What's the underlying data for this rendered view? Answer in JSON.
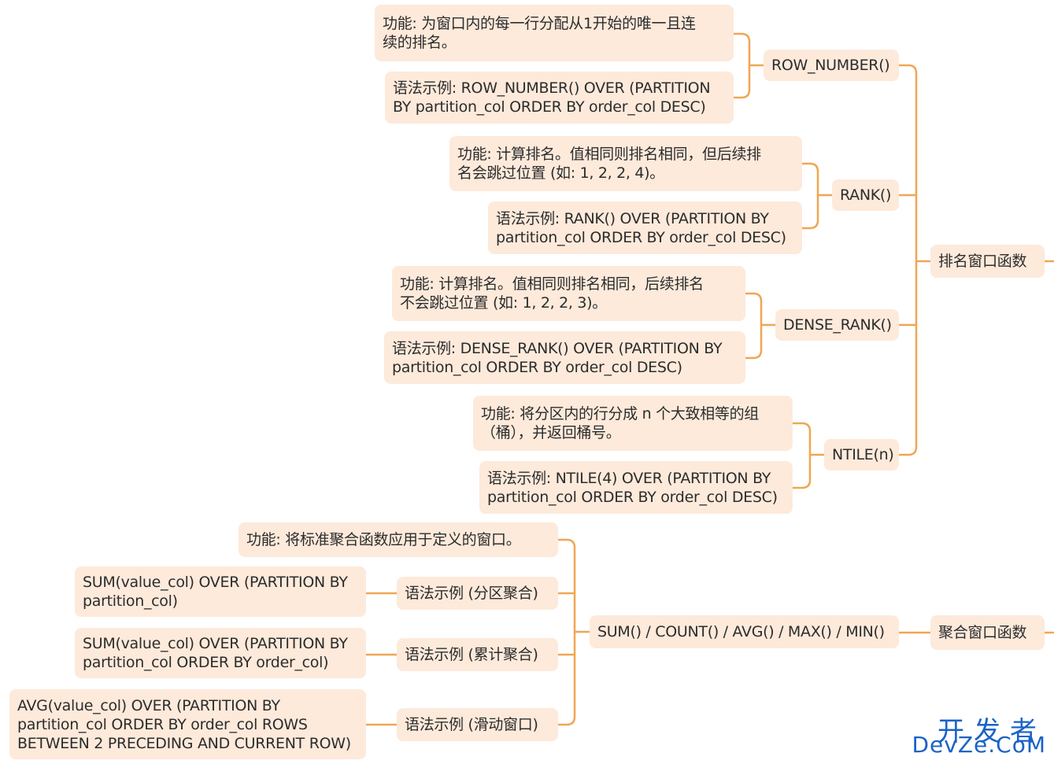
{
  "nodes": {
    "cat_rank": "排名窗口函数",
    "cat_agg": "聚合窗口函数",
    "rownum": "ROW_NUMBER()",
    "rownum_func": "功能: 为窗口内的每一行分配从1开始的唯一且连\n续的排名。",
    "rownum_syntax": "语法示例: ROW_NUMBER() OVER (PARTITION\nBY partition_col ORDER BY order_col DESC)",
    "rank": "RANK()",
    "rank_func": "功能: 计算排名。值相同则排名相同，但后续排\n名会跳过位置 (如: 1, 2, 2, 4)。",
    "rank_syntax": "语法示例: RANK() OVER (PARTITION BY\npartition_col ORDER BY order_col DESC)",
    "dense": "DENSE_RANK()",
    "dense_func": "功能: 计算排名。值相同则排名相同，后续排名\n不会跳过位置 (如: 1, 2, 2, 3)。",
    "dense_syntax": "语法示例: DENSE_RANK() OVER (PARTITION BY\npartition_col ORDER BY order_col DESC)",
    "ntile": "NTILE(n)",
    "ntile_func": "功能: 将分区内的行分成 n 个大致相等的组\n（桶），并返回桶号。",
    "ntile_syntax": "语法示例: NTILE(4) OVER (PARTITION BY\npartition_col ORDER BY order_col DESC)",
    "agg": "SUM() / COUNT() / AVG() / MAX() / MIN()",
    "agg_func": "功能: 将标准聚合函数应用于定义的窗口。",
    "agg_part": "语法示例 (分区聚合)",
    "agg_part_code": "SUM(value_col) OVER (PARTITION BY\npartition_col)",
    "agg_cum": "语法示例 (累计聚合)",
    "agg_cum_code": "SUM(value_col) OVER (PARTITION BY\npartition_col ORDER BY order_col)",
    "agg_slide": "语法示例 (滑动窗口)",
    "agg_slide_code": "AVG(value_col) OVER (PARTITION BY\npartition_col ORDER BY order_col ROWS\nBETWEEN 2 PRECEDING AND CURRENT ROW)"
  },
  "watermark": {
    "cn": "开发者",
    "en": "DevZe.CoM"
  },
  "colors": {
    "node_fill": "#fdeadb",
    "connector": "#f0a653",
    "watermark": "#1a63c6"
  }
}
